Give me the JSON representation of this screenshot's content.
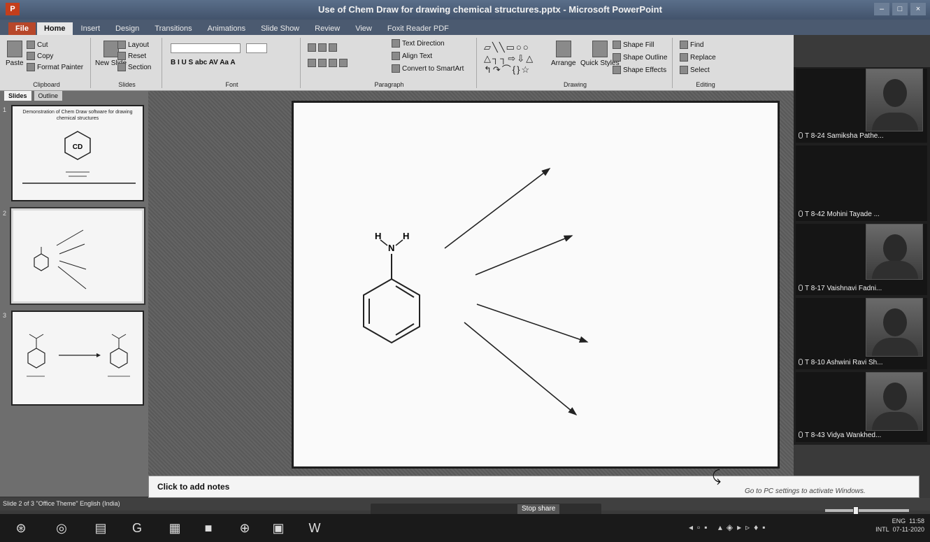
{
  "window": {
    "title": "Use of Chem Draw for drawing chemical structures.pptx - Microsoft PowerPoint",
    "app_icon": "P",
    "min": "–",
    "max": "□",
    "close": "×"
  },
  "ribbon": {
    "tabs": [
      "File",
      "Home",
      "Insert",
      "Design",
      "Transitions",
      "Animations",
      "Slide Show",
      "Review",
      "View",
      "Foxit Reader PDF"
    ],
    "active_tab": "Home",
    "clipboard": {
      "paste": "Paste",
      "cut": "Cut",
      "copy": "Copy",
      "format_painter": "Format Painter",
      "label": "Clipboard"
    },
    "slides": {
      "new_slide": "New Slide",
      "layout": "Layout",
      "reset": "Reset",
      "section": "Section",
      "label": "Slides"
    },
    "font": {
      "label": "Font",
      "buttons": "B  I  U  S  abc  AV  Aa  A"
    },
    "paragraph": {
      "text_direction": "Text Direction",
      "align_text": "Align Text",
      "convert_smartart": "Convert to SmartArt",
      "label": "Paragraph"
    },
    "drawing": {
      "arrange": "Arrange",
      "quick_styles": "Quick Styles",
      "shape_fill": "Shape Fill",
      "shape_outline": "Shape Outline",
      "shape_effects": "Shape Effects",
      "label": "Drawing"
    },
    "editing": {
      "find": "Find",
      "replace": "Replace",
      "select": "Select",
      "label": "Editing"
    }
  },
  "left_panel": {
    "tabs": [
      "Slides",
      "Outline"
    ],
    "slide1_title": "Demonstration of Chem Draw software for drawing chemical structures",
    "slide1_logo": "CD",
    "slide_numbers": [
      "1",
      "2",
      "3"
    ]
  },
  "main_slide": {
    "atom_labels": [
      "H",
      "N",
      "H"
    ]
  },
  "notes": {
    "placeholder": "Click to add notes",
    "activation": "Go to PC settings to activate Windows."
  },
  "participants": [
    {
      "name": "T 8-24 Samiksha Pathe..."
    },
    {
      "name": "T 8-42 Mohini Tayade ..."
    },
    {
      "name": "T 8-17 Vaishnavi Fadni..."
    },
    {
      "name": "T 8-10 Ashwini Ravi Sh..."
    },
    {
      "name": "T 8-43 Vidya Wankhed..."
    }
  ],
  "statusbar": {
    "text": "Slide 2 of 3   \"Office Theme\"   English (India)",
    "stop_share": "Stop share"
  },
  "tray": {
    "lang": "ENG",
    "region": "INTL",
    "time": "11:58",
    "date": "07-11-2020"
  }
}
